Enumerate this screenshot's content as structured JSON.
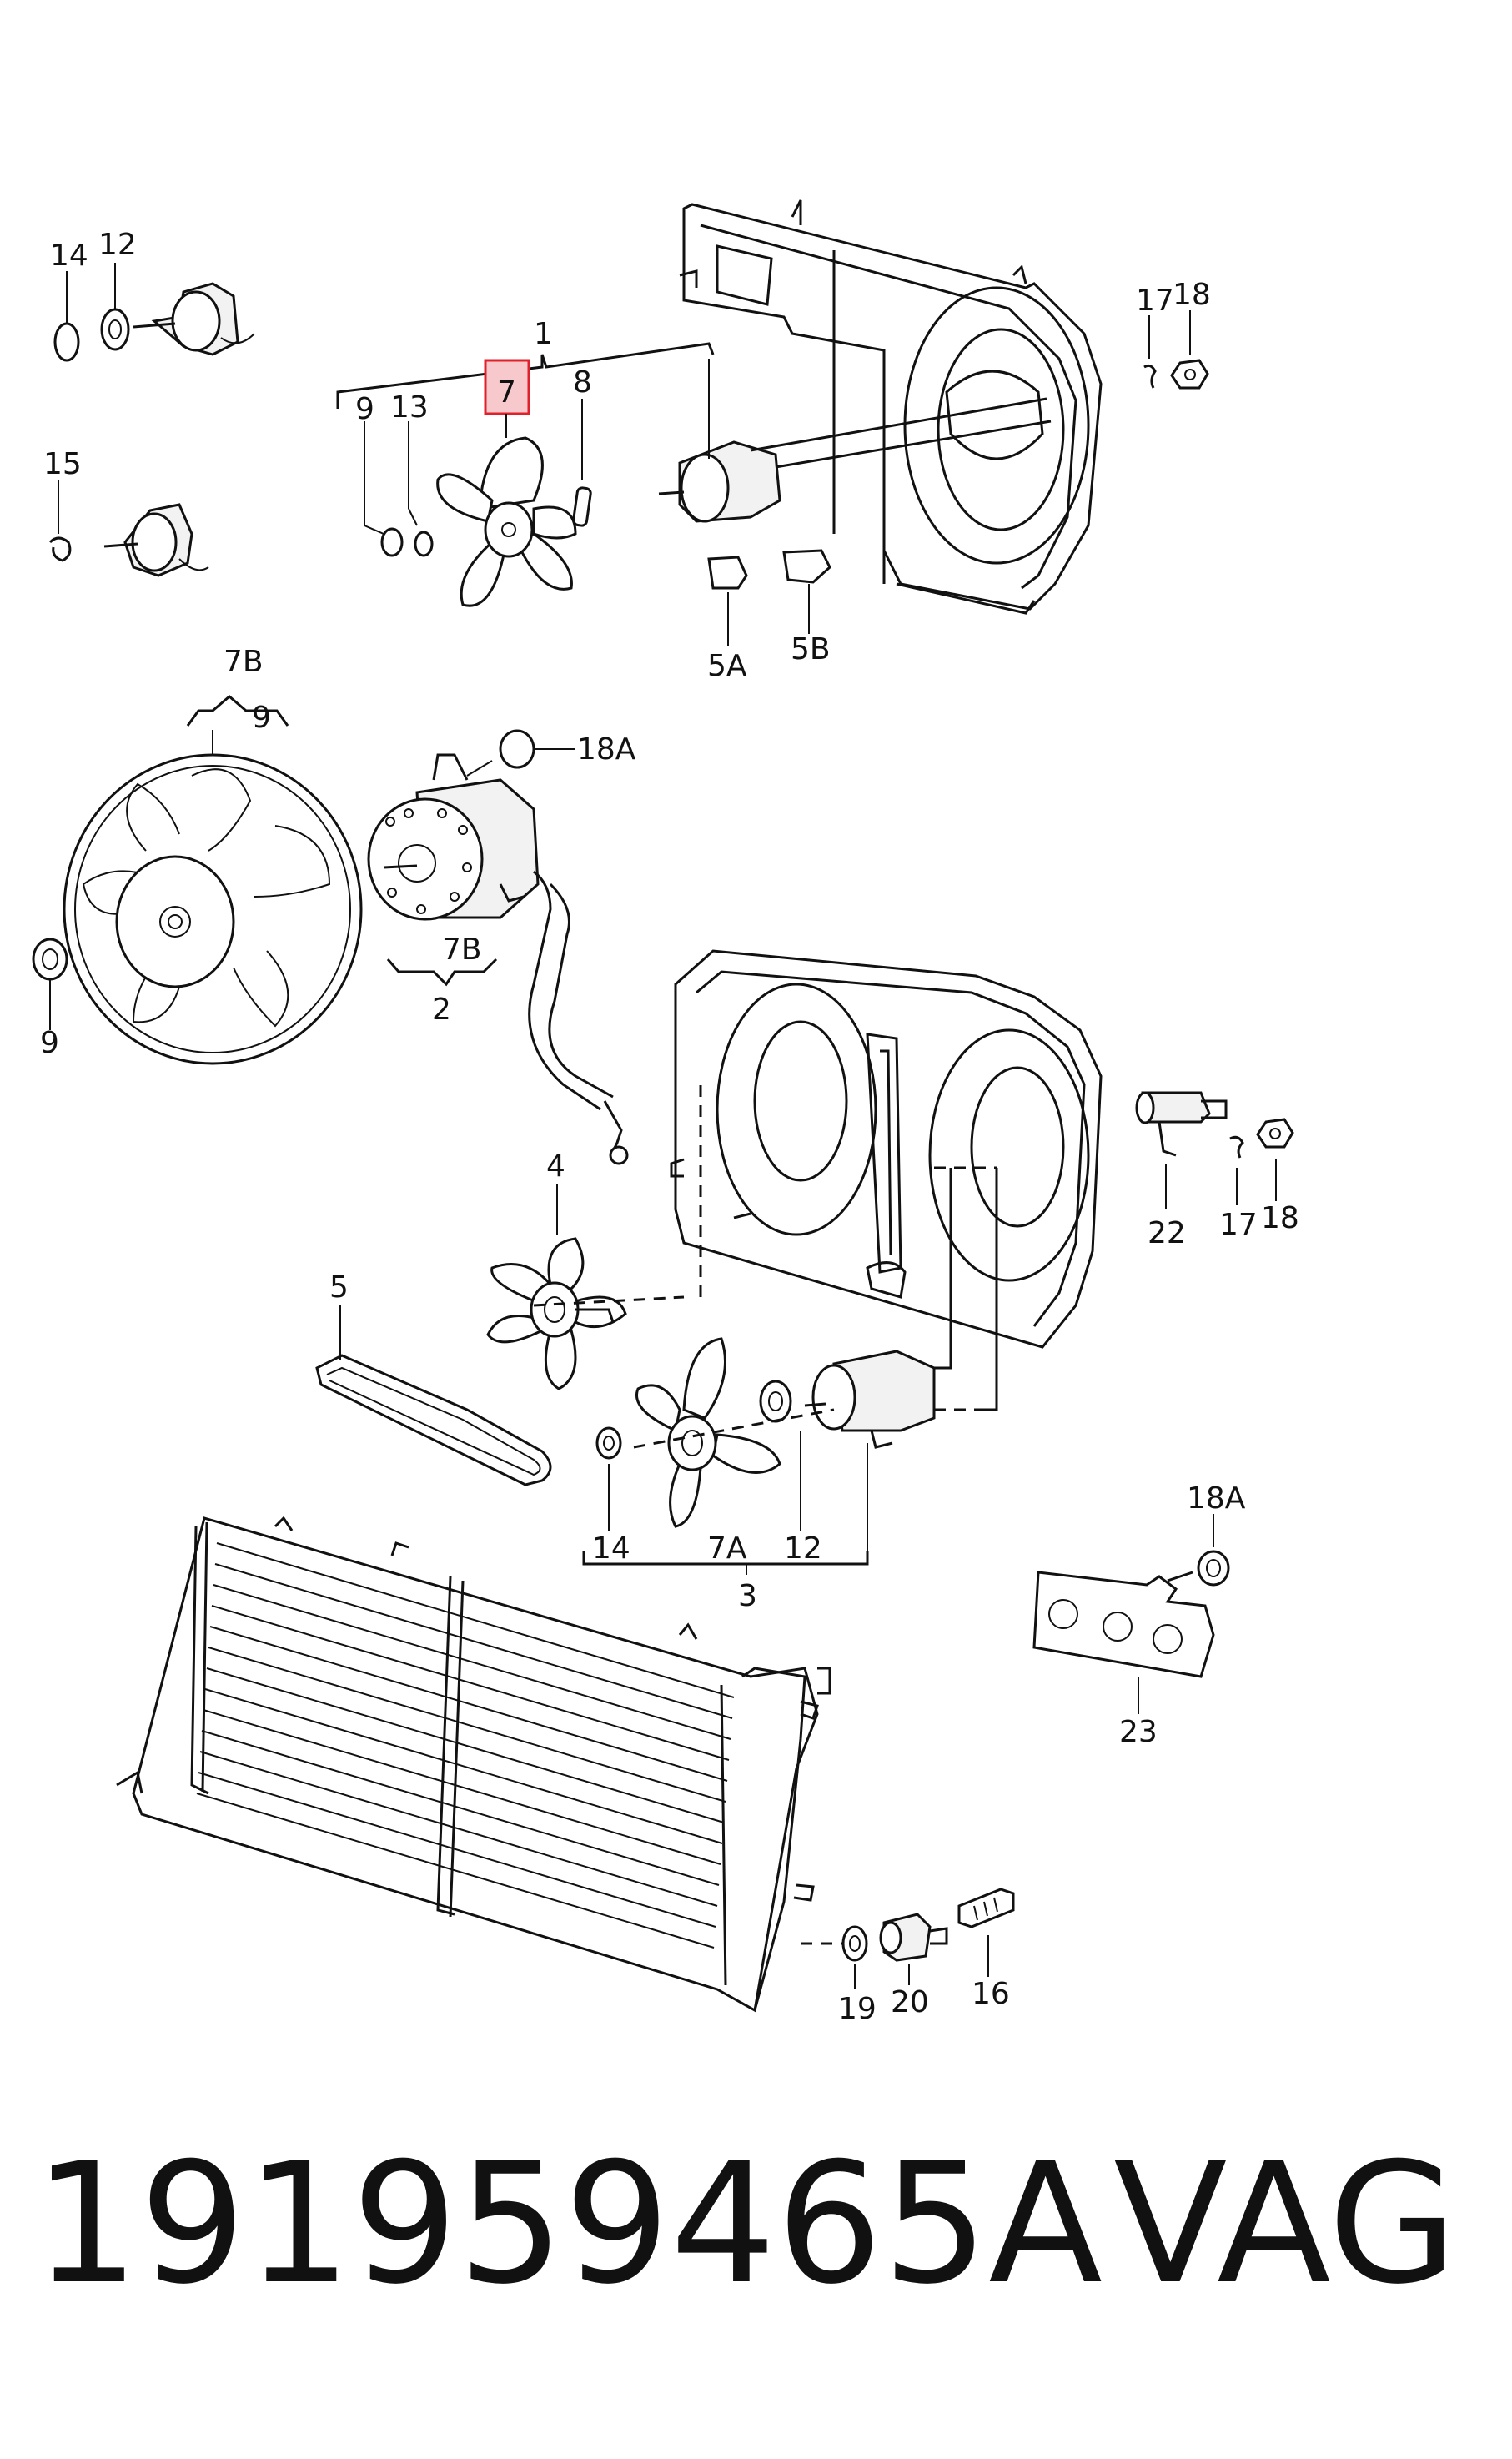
{
  "labels": {
    "p14_top": "14",
    "p12_top": "12",
    "p15": "15",
    "p1": "1",
    "p9_top": "9",
    "p13": "13",
    "p7": "7",
    "p8": "8",
    "p17_top": "17",
    "p18_top": "18",
    "p5A": "5A",
    "p5B": "5B",
    "p7B_top": "7B",
    "p9_fan": "9",
    "p18A_top": "18A",
    "p9_left": "9",
    "p7B_motor": "7B",
    "p2": "2",
    "p4": "4",
    "p5": "5",
    "p22": "22",
    "p17_mid": "17",
    "p18_mid": "18",
    "p18A_bottom": "18A",
    "p14_bottom": "14",
    "p7A": "7A",
    "p12_bottom": "12",
    "p3": "3",
    "p23": "23",
    "p19": "19",
    "p20": "20",
    "p16": "16"
  },
  "highlight_color": "#e0212b",
  "footer": {
    "part_number": "191959465A",
    "brand": "VAG"
  }
}
